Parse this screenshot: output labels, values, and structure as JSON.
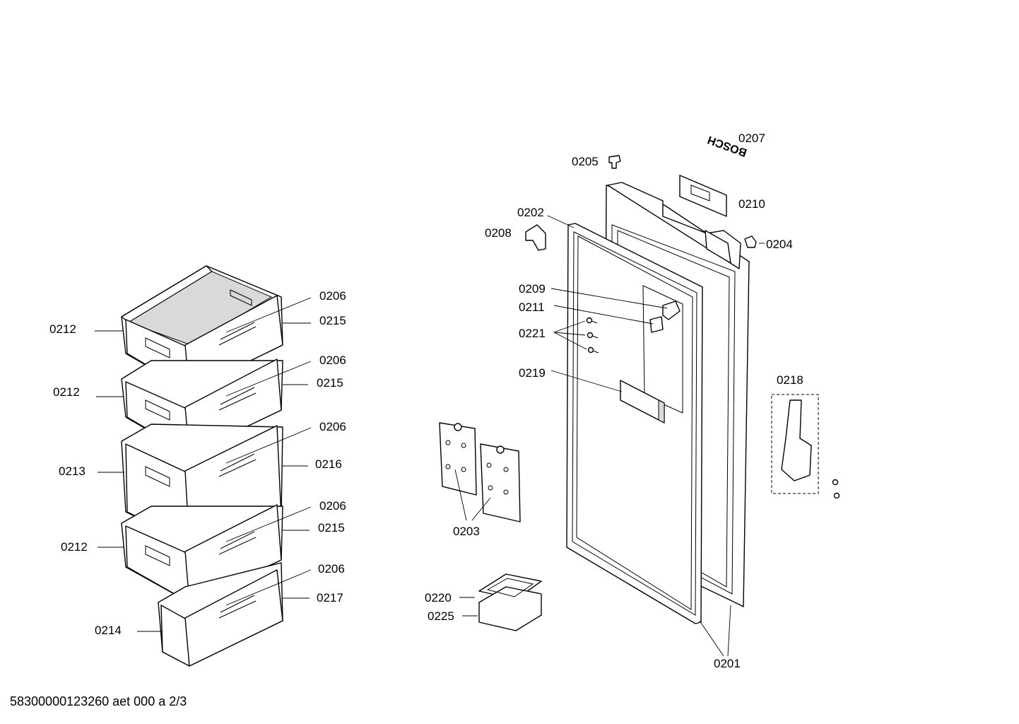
{
  "drawing_id": "58300000123260 aet 000 a 2/3",
  "labels": {
    "l0201": "0201",
    "l0202": "0202",
    "l0203": "0203",
    "l0204": "0204",
    "l0205": "0205",
    "l0207": "0207",
    "l0208": "0208",
    "l0209": "0209",
    "l0210": "0210",
    "l0211": "0211",
    "l0218": "0218",
    "l0219": "0219",
    "l0220": "0220",
    "l0221": "0221",
    "l0225": "0225",
    "d1_0206": "0206",
    "d1_0212": "0212",
    "d1_0215": "0215",
    "d2_0206": "0206",
    "d2_0212": "0212",
    "d2_0215": "0215",
    "d3_0206": "0206",
    "d3_0213": "0213",
    "d3_0216": "0216",
    "d4_0206": "0206",
    "d4_0212": "0212",
    "d4_0215": "0215",
    "d5_0206": "0206",
    "d5_0214": "0214",
    "d5_0217": "0217"
  },
  "logo_text": "BOSCH"
}
